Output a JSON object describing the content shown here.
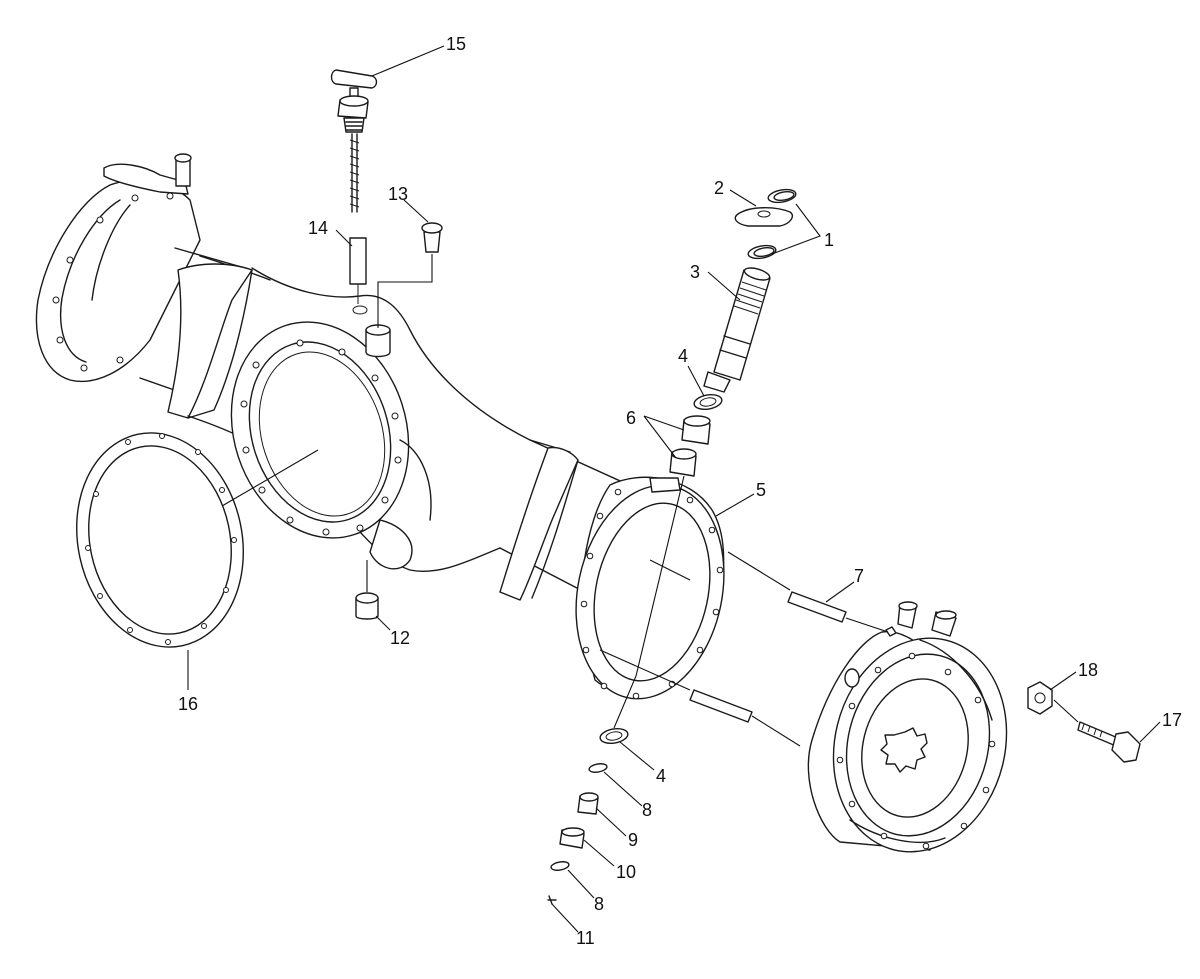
{
  "callouts": [
    {
      "id": "15",
      "label": "15"
    },
    {
      "id": "13",
      "label": "13"
    },
    {
      "id": "14",
      "label": "14"
    },
    {
      "id": "2",
      "label": "2"
    },
    {
      "id": "1",
      "label": "1"
    },
    {
      "id": "3",
      "label": "3"
    },
    {
      "id": "4a",
      "label": "4"
    },
    {
      "id": "6",
      "label": "6"
    },
    {
      "id": "5",
      "label": "5"
    },
    {
      "id": "7",
      "label": "7"
    },
    {
      "id": "18",
      "label": "18"
    },
    {
      "id": "17",
      "label": "17"
    },
    {
      "id": "12",
      "label": "12"
    },
    {
      "id": "16",
      "label": "16"
    },
    {
      "id": "4b",
      "label": "4"
    },
    {
      "id": "8a",
      "label": "8"
    },
    {
      "id": "9",
      "label": "9"
    },
    {
      "id": "10",
      "label": "10"
    },
    {
      "id": "8b",
      "label": "8"
    },
    {
      "id": "11",
      "label": "11"
    }
  ]
}
